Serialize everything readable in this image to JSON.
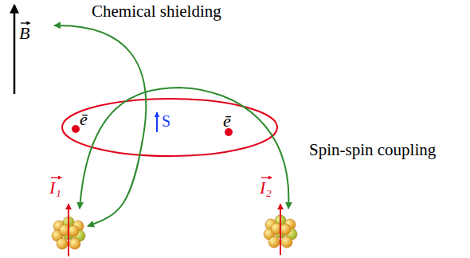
{
  "diagram": {
    "labels": [
      "Chemical shielding",
      "B",
      "ē",
      "S",
      "ē",
      "Spin-spin coupling",
      "I₁",
      "I₂"
    ]
  }
}
